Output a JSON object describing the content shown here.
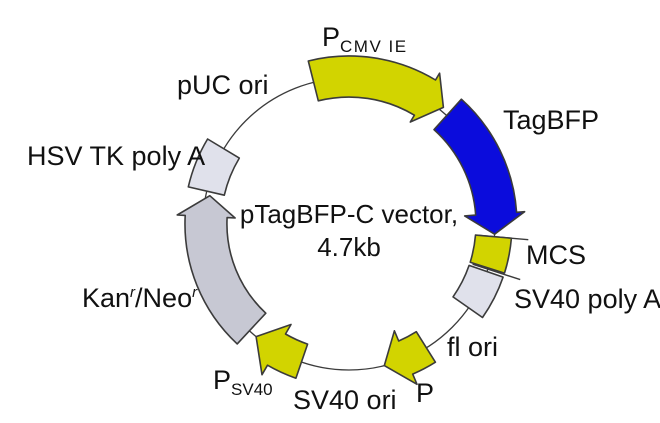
{
  "diagram": {
    "center_label": {
      "line1": "pTagBFP-C vector,",
      "line2": "4.7kb"
    },
    "features": {
      "pcmvie": {
        "base": "P",
        "subscript": "CMV IE"
      },
      "tagbfp": {
        "label": "TagBFP"
      },
      "mcs": {
        "label": "MCS"
      },
      "sv40_polya": {
        "label": "SV40 poly A"
      },
      "fl_ori": {
        "label": "fl ori"
      },
      "p_fl": {
        "label": "P"
      },
      "sv40_ori": {
        "label": "SV40 ori"
      },
      "psv40": {
        "base": "P",
        "subscript": "SV40"
      },
      "kan_neo": {
        "part1": "Kan",
        "sup1": "r",
        "part2": "/Neo",
        "sup2": "r"
      },
      "hsv_tk_polya": {
        "label": "HSV TK poly A"
      },
      "puc_ori": {
        "label": "pUC ori"
      }
    },
    "colors": {
      "promoter_yellow": "#d2d400",
      "gene_blue": "#0b0cdc",
      "resistance_gray": "#c7c8d3",
      "polya_light": "#e0e1eb",
      "outline": "#3b3b3b",
      "backbone": "#3c3c3c",
      "text": "#111111"
    }
  }
}
